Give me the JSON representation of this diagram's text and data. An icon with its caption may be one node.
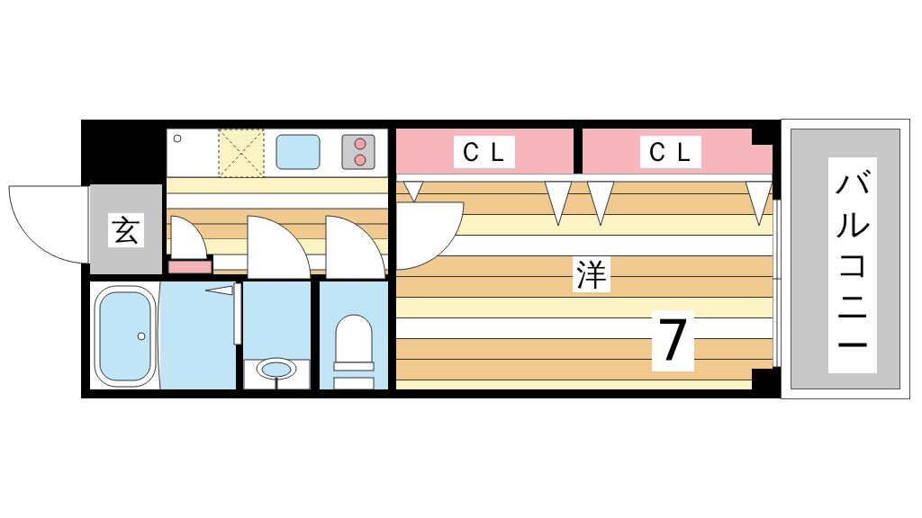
{
  "diagram": {
    "nodes": [
      {
        "text": [
          "玄"
        ]
      },
      {
        "text": [
          "ＣＬ"
        ]
      },
      {
        "text": [
          "ＣＬ"
        ]
      },
      {
        "text": [
          "洋",
          "7"
        ]
      },
      {
        "text": [
          "バルコニー"
        ]
      }
    ],
    "edges": []
  }
}
